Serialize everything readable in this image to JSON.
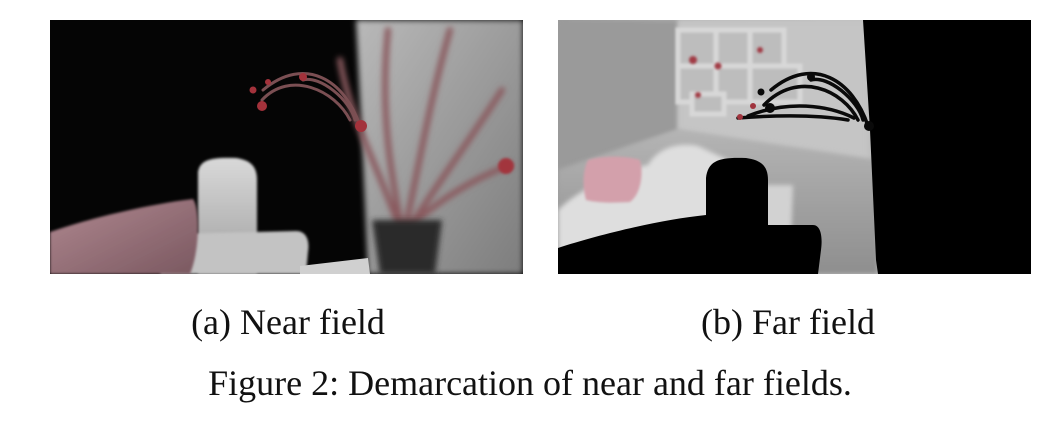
{
  "subfigures": [
    {
      "caption": "(a) Near field",
      "scene": "near-field"
    },
    {
      "caption": "(b) Far field",
      "scene": "far-field"
    }
  ],
  "figure": {
    "caption": "Figure 2: Demarcation of near and far fields."
  }
}
